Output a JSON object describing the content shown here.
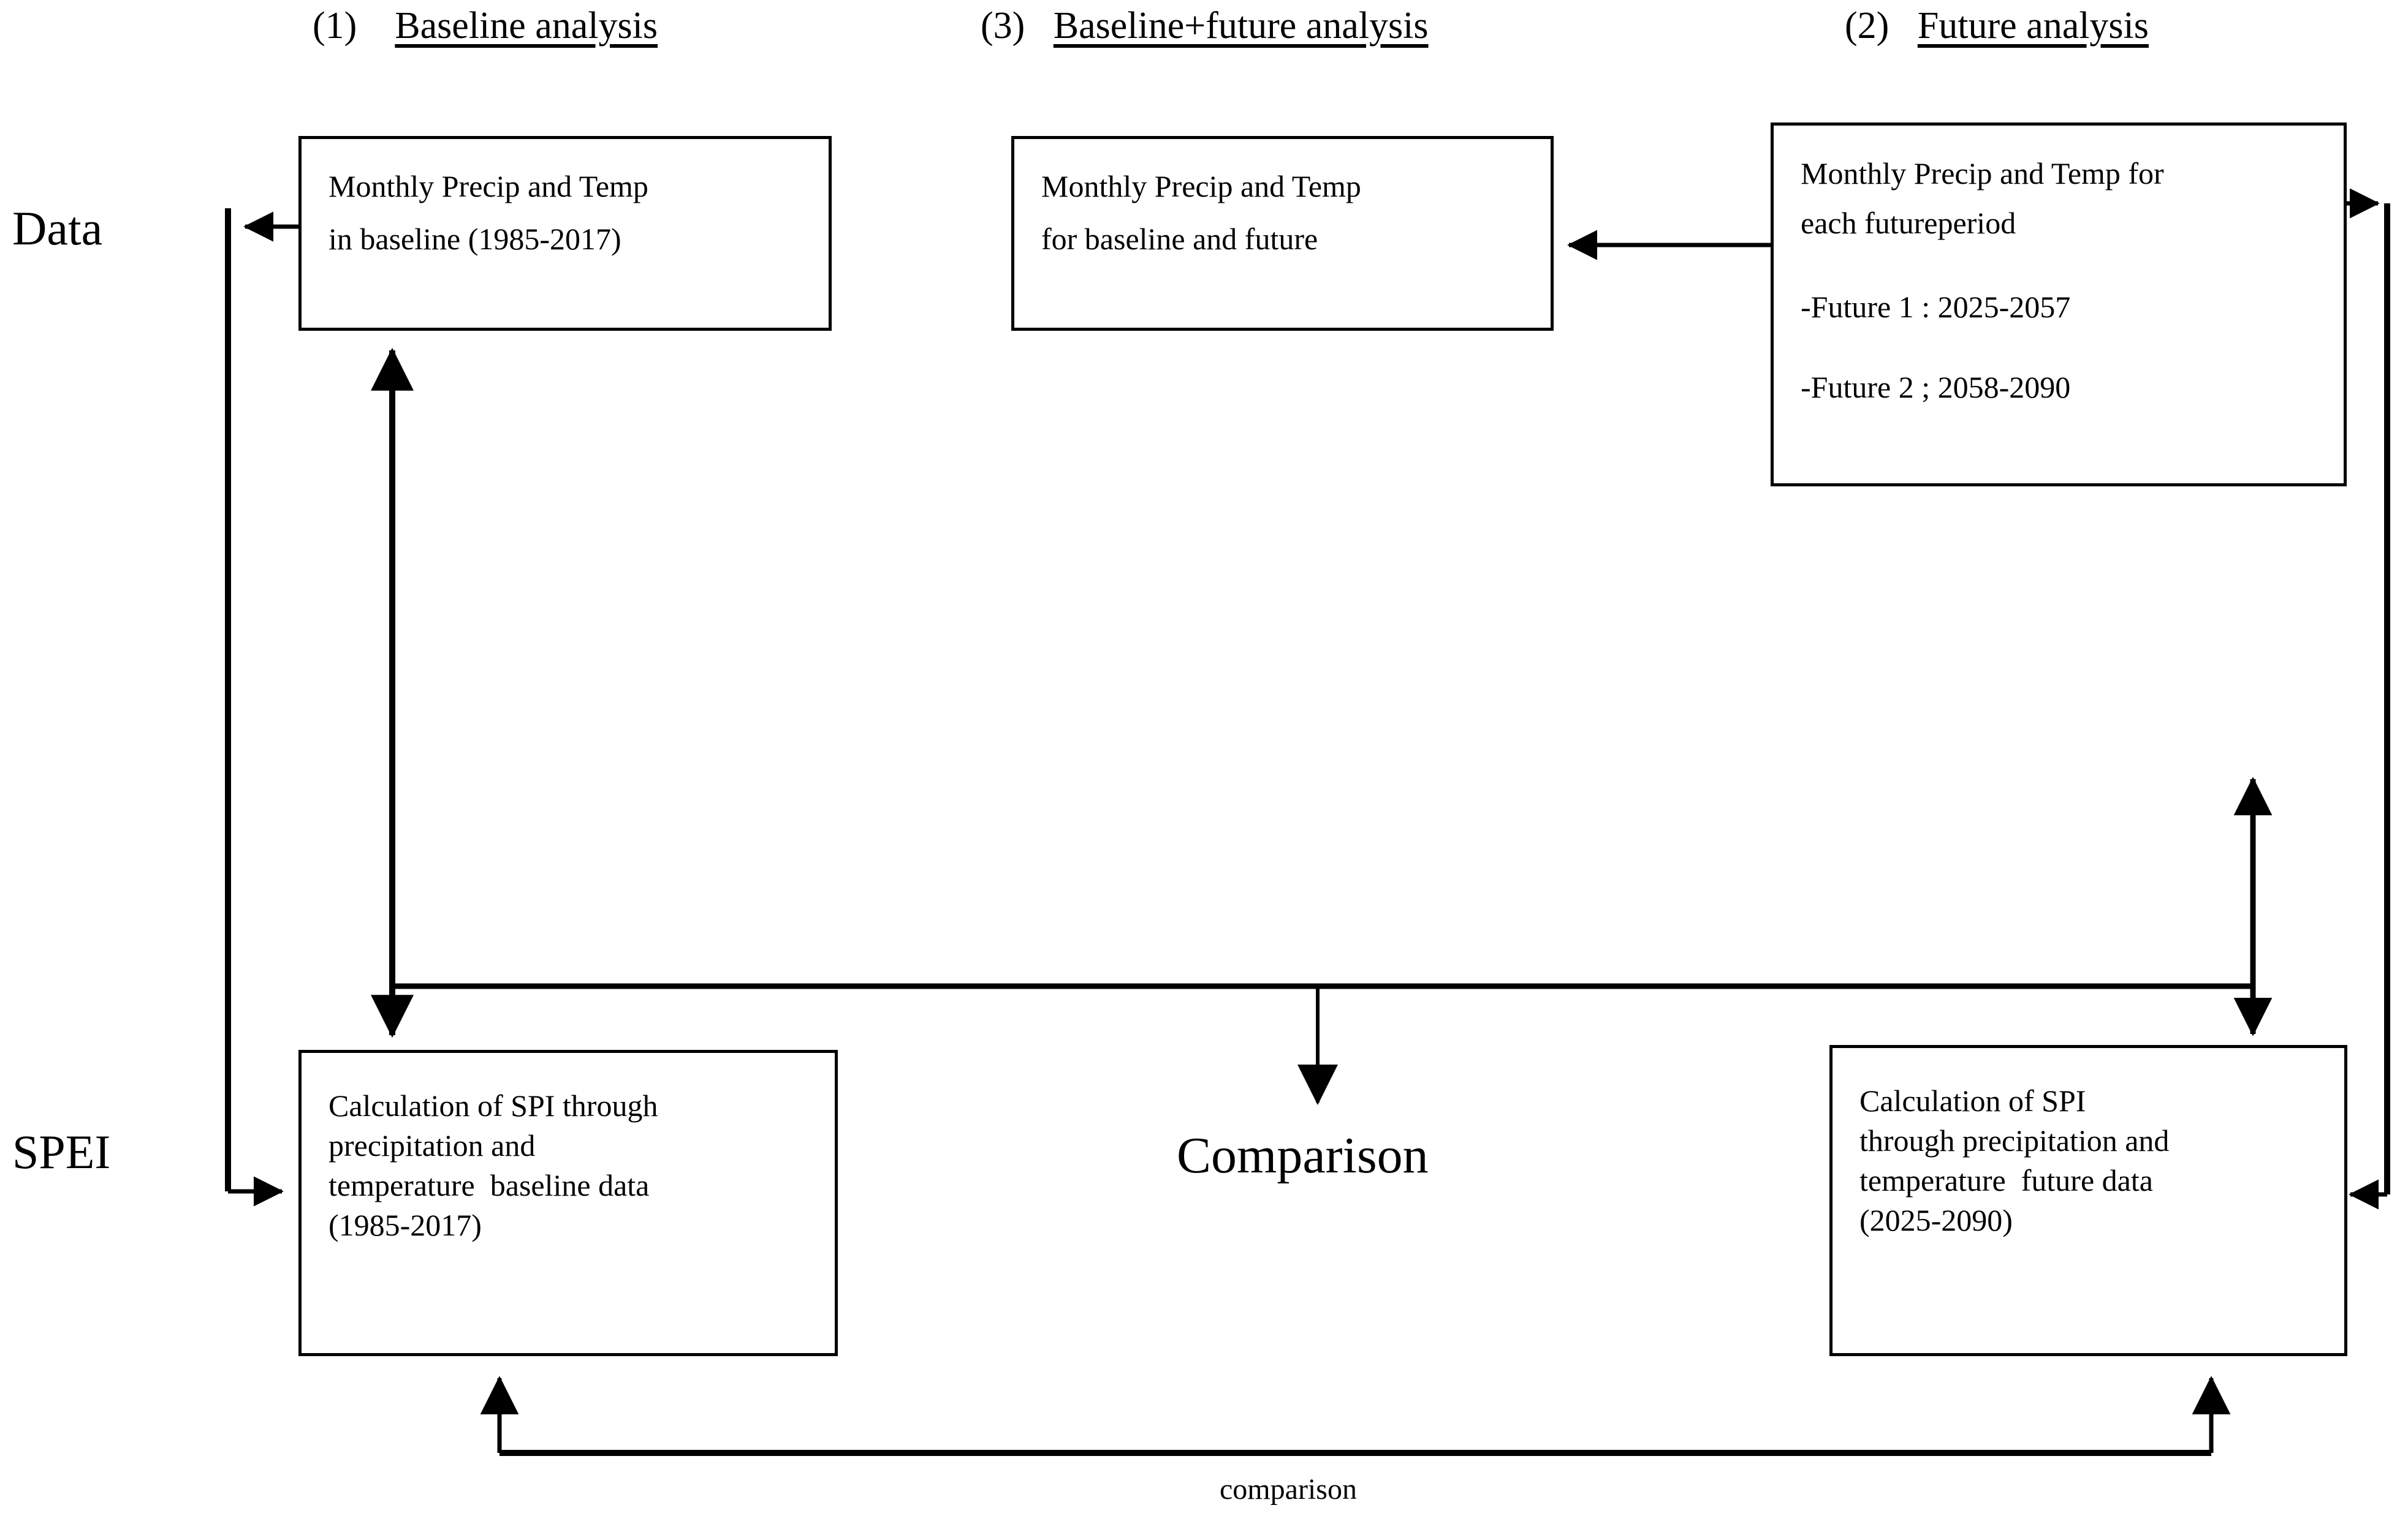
{
  "diagram": {
    "title_headings": [
      {
        "number": "(1)",
        "label": "Baseline analysis"
      },
      {
        "number": "(3)",
        "label": "Baseline+future analysis"
      },
      {
        "number": "(2)",
        "label": "Future analysis"
      }
    ],
    "row_labels": {
      "top": "Data",
      "bottom": "SPEI"
    },
    "boxes": {
      "data_baseline": {
        "line1": "Monthly Precip and Temp",
        "line2": "in baseline (1985-2017)"
      },
      "data_baseline_future": {
        "line1": "Monthly Precip and Temp",
        "line2": "for baseline and future"
      },
      "data_future": {
        "line1": "Monthly Precip and Temp for",
        "line2": "each futureperiod",
        "line3": "-Future 1 : 2025-2057",
        "line4": "-Future 2 ; 2058-2090"
      },
      "spei_baseline": {
        "line1": "Calculation of SPI through",
        "line2": "precipitation and",
        "line3": "temperature  baseline data",
        "line4": "(1985-2017)"
      },
      "spei_future": {
        "line1": "Calculation of SPI",
        "line2": "through precipitation and",
        "line3": "temperature  future data",
        "line4": "(2025-2090)"
      }
    },
    "annotations": {
      "comparison_main": "Comparison",
      "comparison_bottom": "comparison"
    },
    "colors": {
      "stroke": "#000000",
      "background": "#ffffff",
      "text": "#000000"
    }
  }
}
